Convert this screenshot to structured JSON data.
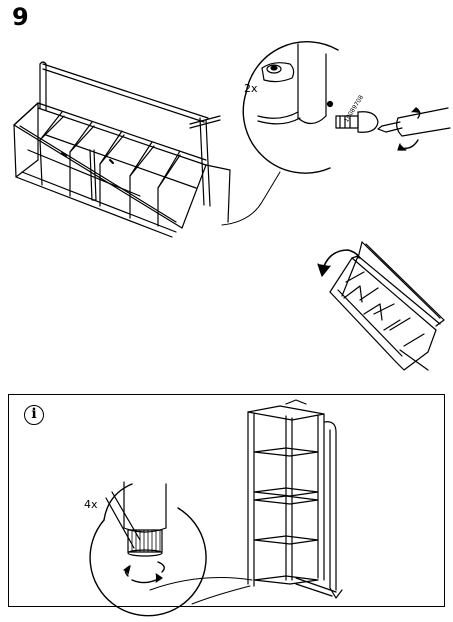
{
  "step": {
    "number": "9"
  },
  "detail_top": {
    "quantity": "2x",
    "part_code": "10089708"
  },
  "info": {
    "symbol": "i",
    "detail_quantity": "4x"
  },
  "icons": [
    "screwdriver-icon",
    "rotation-arrow-icon",
    "info-icon",
    "adjustable-foot-icon"
  ]
}
